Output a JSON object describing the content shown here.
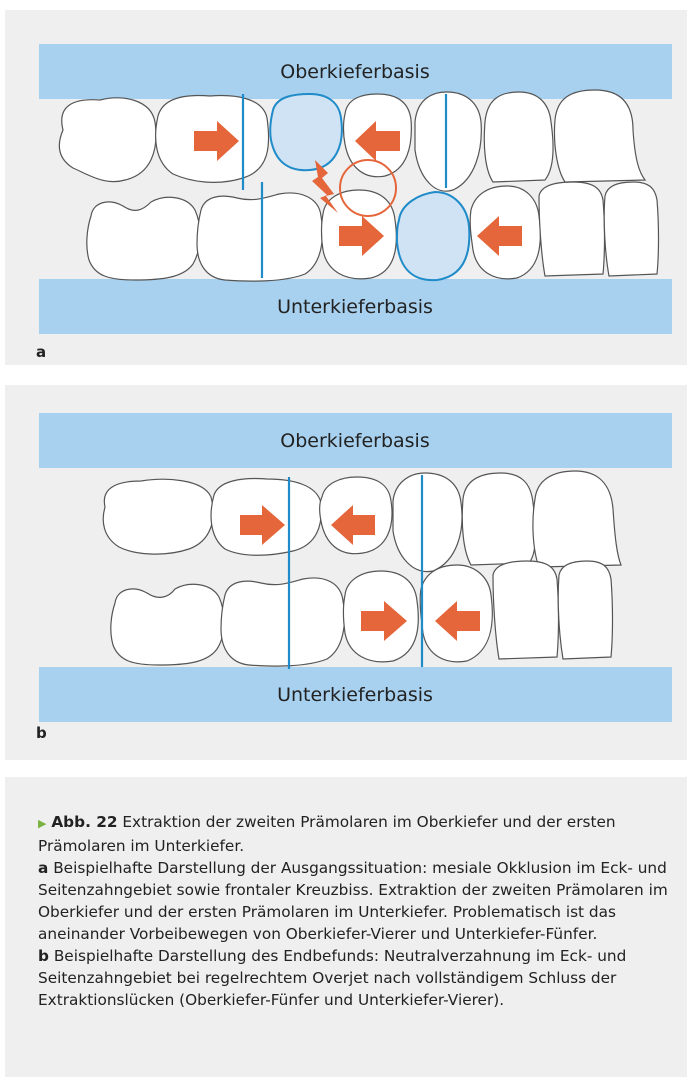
{
  "colors": {
    "jaw_band": "#a8d1ef",
    "arrow": "#e4663a",
    "midline": "#1f8bc9",
    "highlight_tooth": "#cfe3f5",
    "bullet": "#7ab342"
  },
  "panel_a": {
    "upper_label": "Oberkieferbasis",
    "lower_label": "Unterkieferbasis",
    "sublabel": "a"
  },
  "panel_b": {
    "upper_label": "Oberkieferbasis",
    "lower_label": "Unterkieferbasis",
    "sublabel": "b"
  },
  "caption": {
    "marker": "▶",
    "figure_label": "Abb. 22",
    "title_text": " Extraktion der zweiten Prämolaren im Oberkiefer und der ersten Prämolaren im Unterkiefer.",
    "a_label": "a",
    "a_text": " Beispielhafte Darstellung der Ausgangssituation: mesiale Okklusion im Eck- und Seitenzahngebiet sowie frontaler Kreuzbiss. Extraktion der zweiten Prämolaren im Oberkiefer und der ersten Prämolaren im Unterkiefer. Problematisch ist das aneinander Vorbeibewegen von Oberkiefer-Vierer und Unterkiefer-Fünfer.",
    "b_label": "b",
    "b_text": " Beispielhafte Darstellung des Endbefunds: Neutralverzahnung im Eck- und Seitenzahngebiet bei regelrechtem Overjet nach vollständigem Schluss der Extraktionslücken (Oberkiefer-Fünfer und Unterkiefer-Vierer)."
  }
}
